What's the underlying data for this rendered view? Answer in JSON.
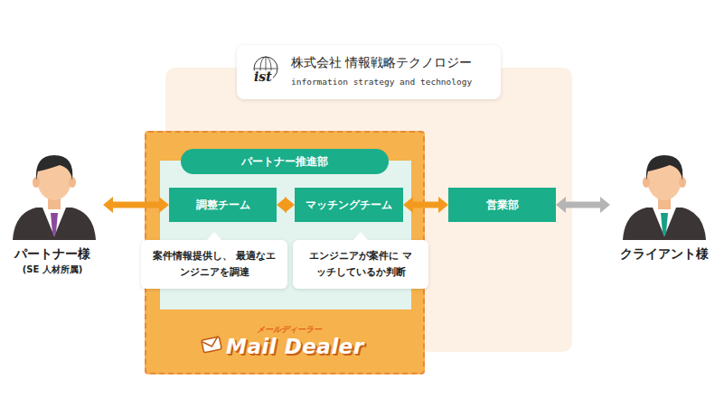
{
  "diagram": {
    "nodes": [
      {
        "text": [
          "株式会社 情報戦略テクノロジー",
          "information strategy and technology"
        ]
      },
      {
        "text": [
          "パートナー様",
          "(SE 人材所属)"
        ]
      },
      {
        "text": [
          "メールディーラー",
          "Mail Dealer"
        ]
      },
      {
        "text": [
          "パートナー推進部"
        ],
        "in": 2
      },
      {
        "text": [
          "調整チーム"
        ],
        "in": 3
      },
      {
        "text": [
          "マッチングチーム"
        ],
        "in": 3
      },
      {
        "text": [
          "営業部"
        ]
      },
      {
        "text": [
          "案件情報提供し、 最適なエンジニアを調達"
        ],
        "in": 3
      },
      {
        "text": [
          "エンジニアが案件に マッチしているか判断"
        ],
        "in": 3
      },
      {
        "text": [
          "クライアント様"
        ]
      }
    ],
    "edges": [
      {
        "from": 1,
        "to": 4,
        "arrow": "both"
      },
      {
        "from": 4,
        "to": 5,
        "arrow": "both"
      },
      {
        "from": 5,
        "to": 6,
        "arrow": "both"
      },
      {
        "from": 6,
        "to": 9,
        "arrow": "both"
      }
    ],
    "labels": [
      "ist"
    ]
  }
}
